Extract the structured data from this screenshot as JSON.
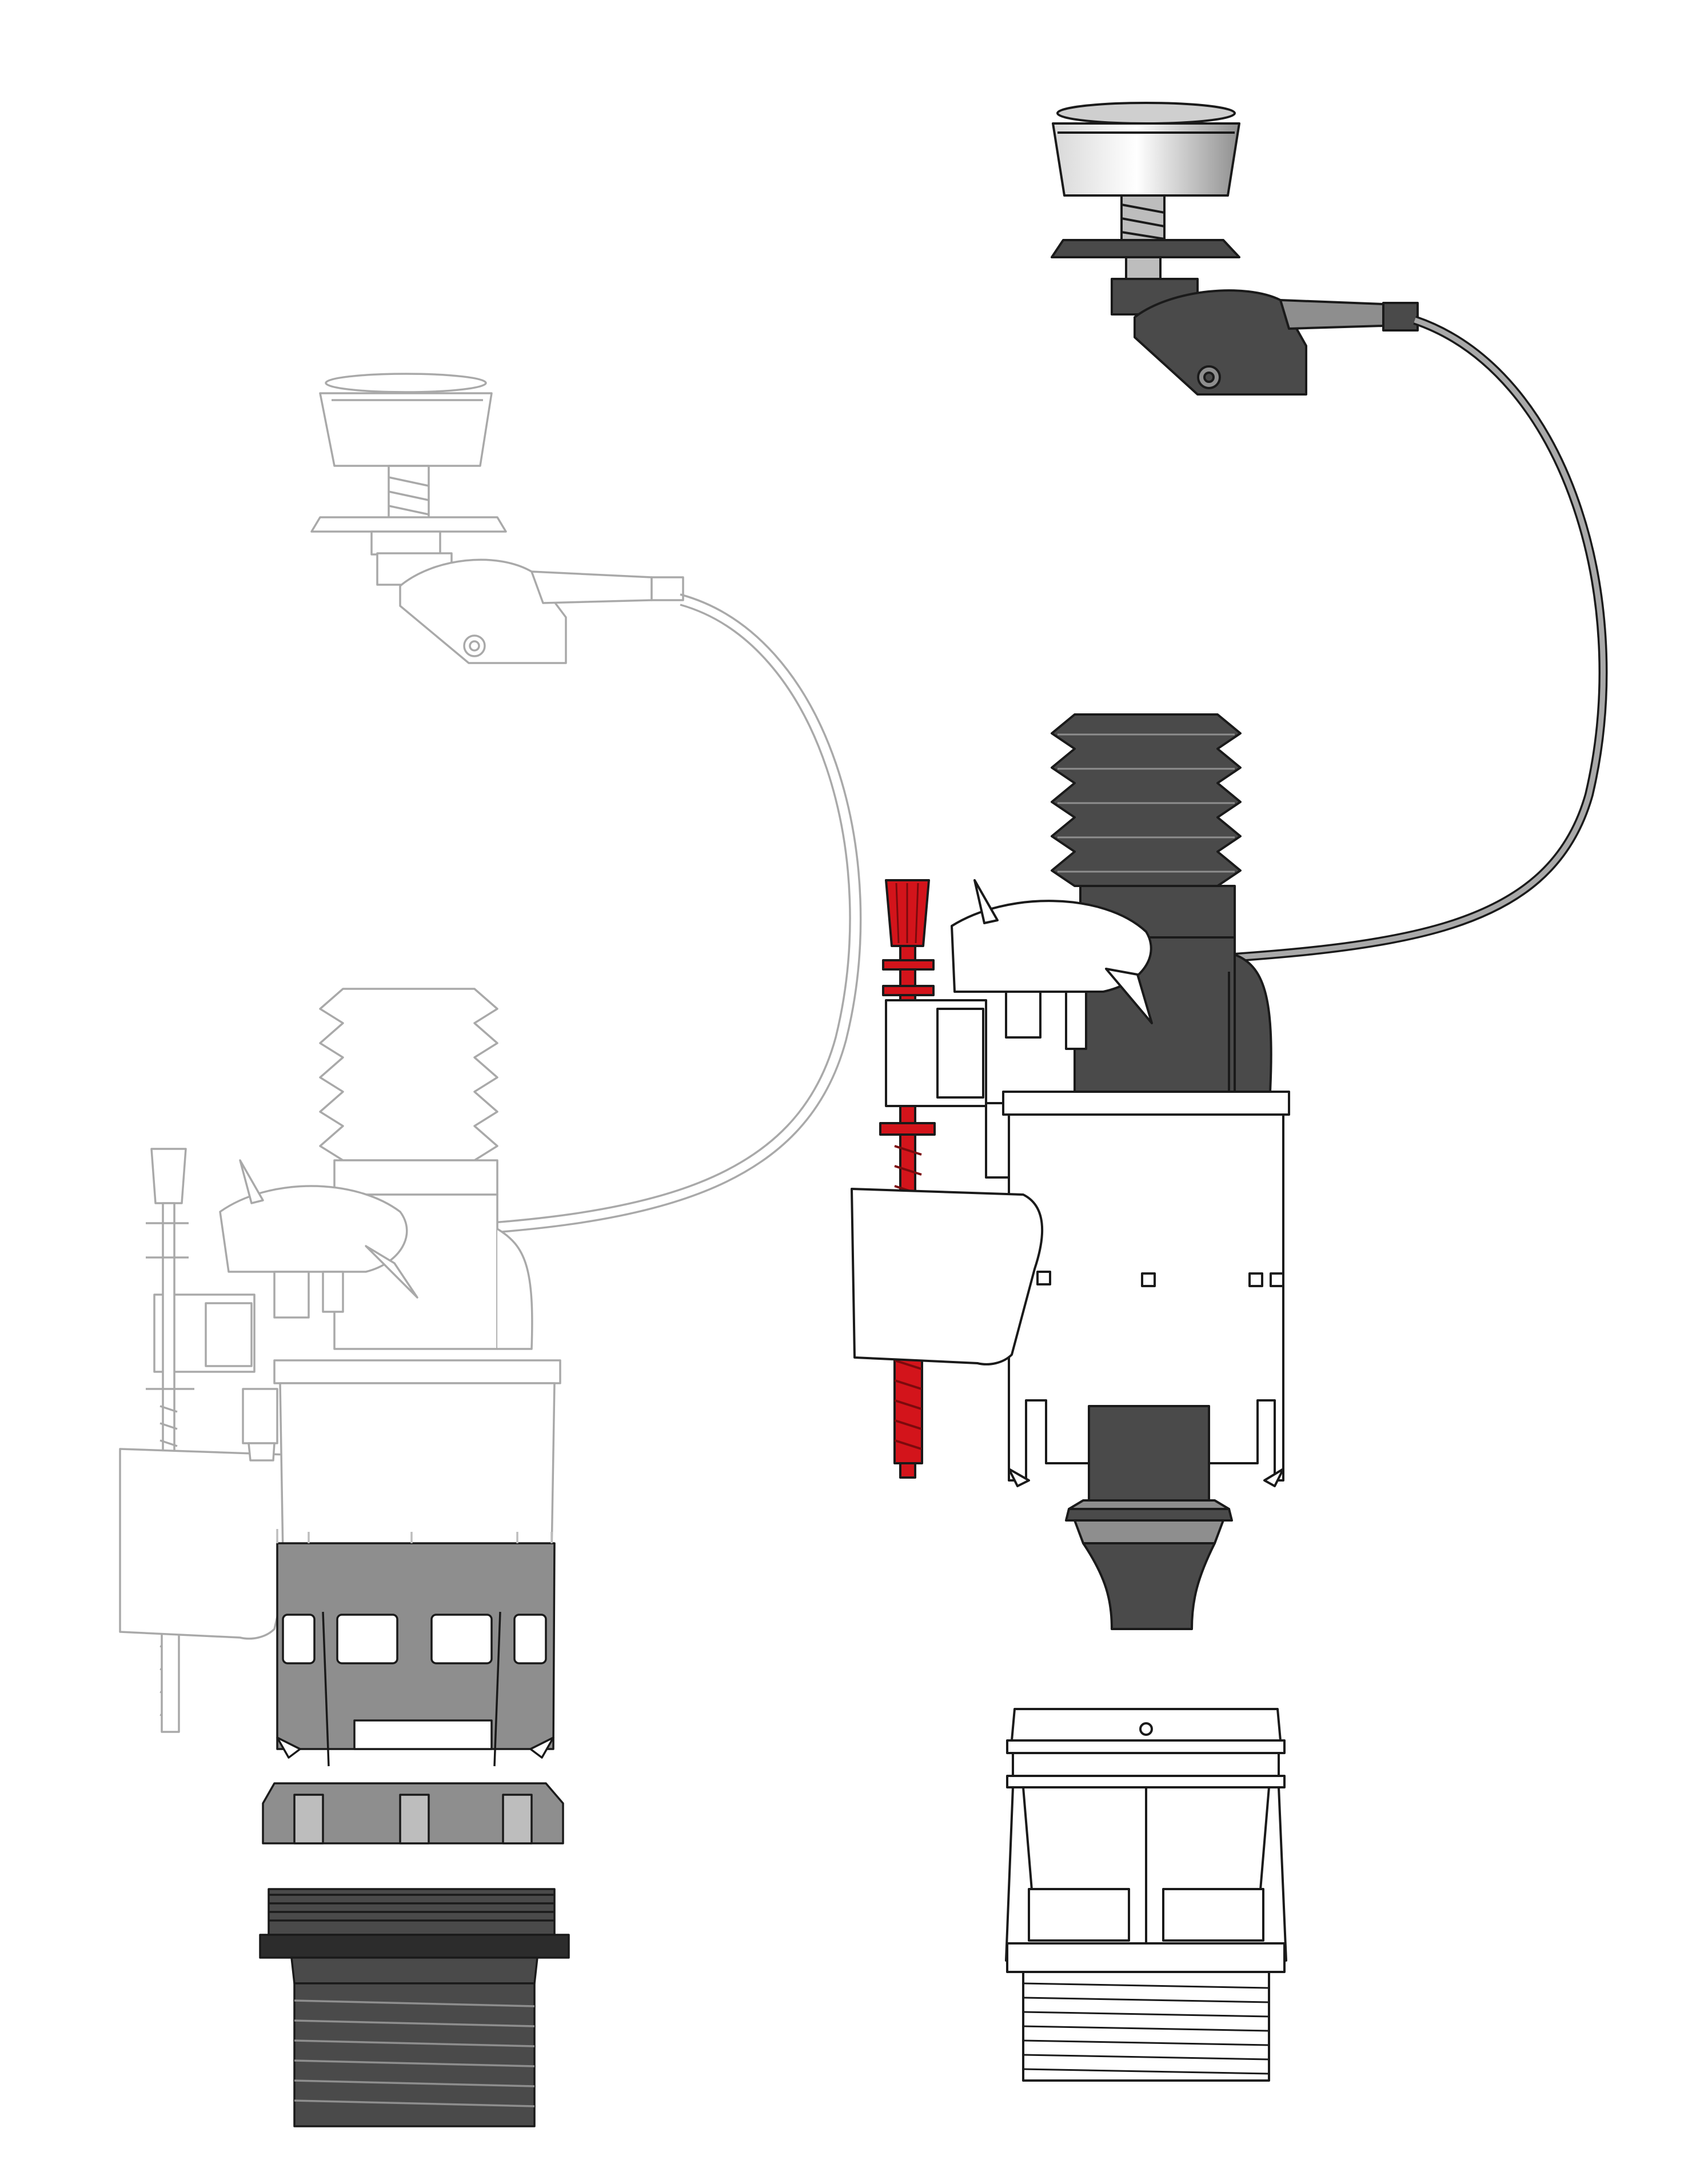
{
  "diagram": {
    "kind": "exploded technical illustration",
    "views": [
      {
        "id": "ghost-assembly",
        "style": "outline"
      },
      {
        "id": "highlighted-assembly",
        "style": "shaded"
      }
    ],
    "labels": []
  },
  "colors": {
    "background": "#ffffff",
    "outline_dark": "#1a1a1a",
    "outline_ghost": "#a9a9a9",
    "part_dark": "#4a4a4a",
    "part_mid": "#8e8e8e",
    "part_light": "#bdbdbd",
    "part_white": "#ffffff",
    "accent_red": "#d3141b",
    "accent_red_dark": "#7c0a0d"
  },
  "parts": [
    "push-button",
    "spring",
    "mount-flange",
    "cable-actuator",
    "bowden-cable",
    "bellows",
    "valve-body",
    "adjust-rod",
    "float",
    "cage",
    "lock-ring",
    "threaded-nut",
    "threaded-seat"
  ]
}
